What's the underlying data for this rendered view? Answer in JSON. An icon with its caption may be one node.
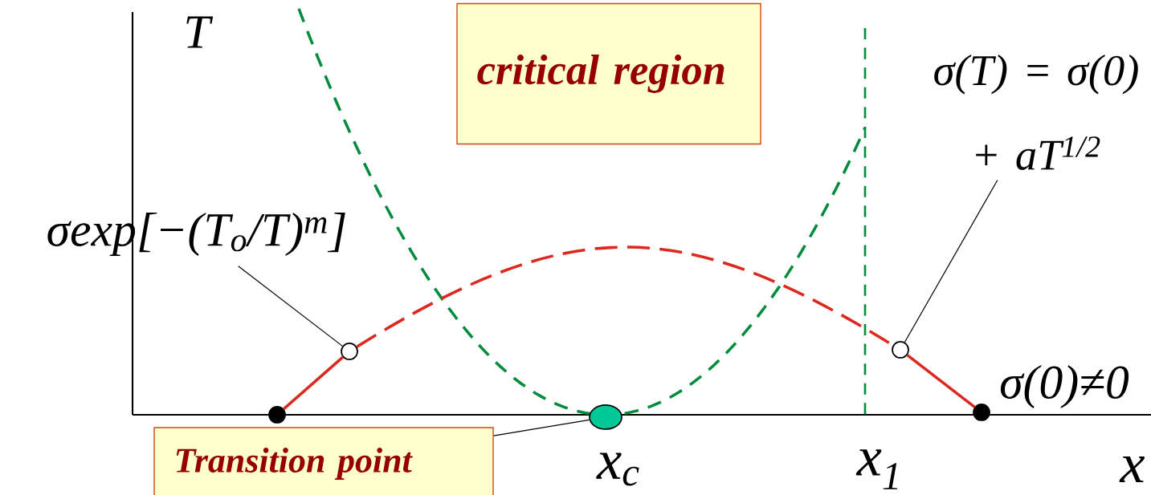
{
  "diagram": {
    "nodes": [
      {
        "text": [
          "critical region"
        ]
      },
      {
        "text": [
          "Transition point"
        ]
      },
      {
        "text": [],
        "shape": "circle"
      },
      {
        "text": [
          "σexp[−(T$_{o}$/T)$^{m}$]"
        ]
      },
      {
        "text": [],
        "shape": "circle"
      },
      {
        "text": [
          "σ(T) = σ(0) + aT$^{1/2}$"
        ]
      },
      {
        "text": [],
        "shape": "circle"
      },
      {
        "text": [],
        "shape": "circle"
      },
      {
        "text": [],
        "shape": "circle"
      }
    ],
    "edges": [
      {
        "from": 1,
        "to": 2,
        "arrow": "none"
      },
      {
        "from": 3,
        "to": 4,
        "arrow": "none"
      },
      {
        "from": 5,
        "to": 6,
        "arrow": "none"
      },
      {
        "from": 7,
        "to": 4,
        "arrow": "none",
        "style": "thick",
        "color": "#dc281e"
      },
      {
        "from": 4,
        "to": 6,
        "arrow": "none",
        "style": "dashed",
        "color": "#dc281e"
      },
      {
        "from": 6,
        "to": 8,
        "arrow": "none",
        "style": "thick",
        "color": "#dc281e"
      }
    ],
    "labels": [
      "T",
      "σ(0)≠0",
      "x$_{c}$",
      "x$_{1}$",
      "x"
    ]
  }
}
